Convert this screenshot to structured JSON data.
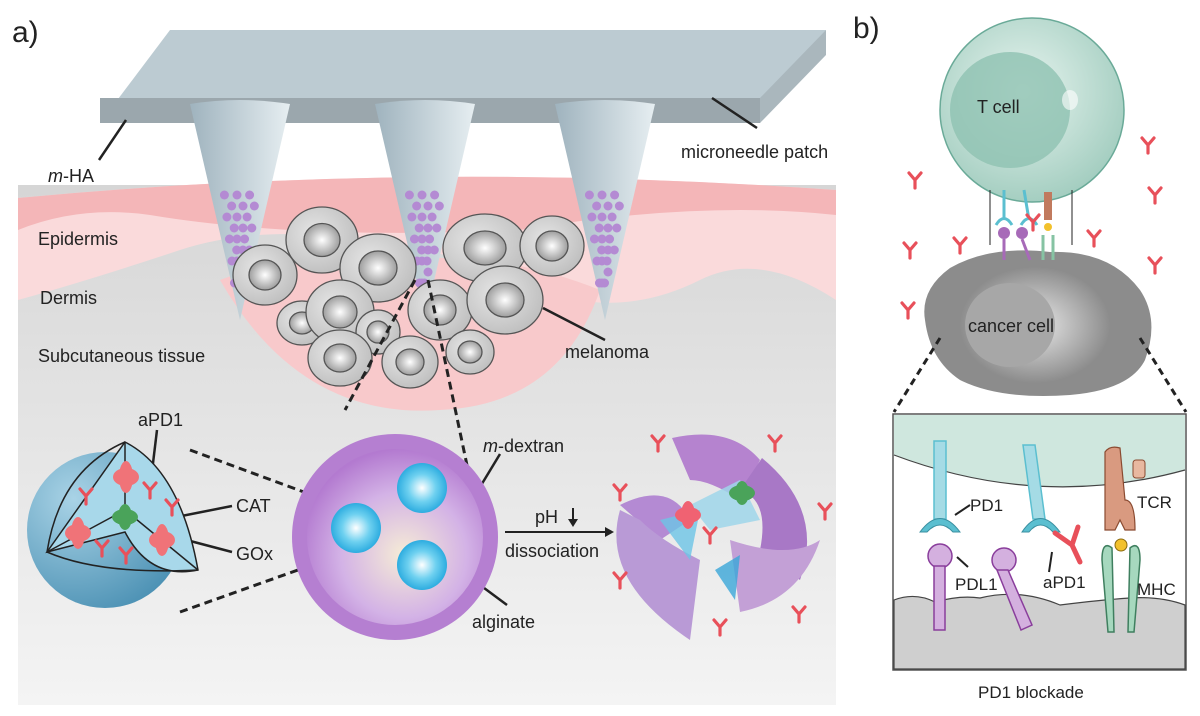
{
  "panels": {
    "a": {
      "label": "a)",
      "patch": {
        "material_label_prefix": "m",
        "material_label_suffix": "-HA",
        "patch_label": "microneedle patch"
      },
      "skin_layers": [
        "Epidermis",
        "Dermis",
        "Subcutaneous tissue"
      ],
      "tumor_label": "melanoma",
      "nanoparticle": {
        "payload_antibody": "aPD1",
        "enzyme_1": "CAT",
        "enzyme_2": "GOx"
      },
      "microgel": {
        "core_label_prefix": "m",
        "core_label_suffix": "-dextran",
        "shell_label": "alginate"
      },
      "transition": {
        "trigger": "pH",
        "trigger_symbol": "↓",
        "process": "dissociation"
      }
    },
    "b": {
      "label": "b)",
      "t_cell_label": "T cell",
      "cancer_cell_label": "cancer cell",
      "inset": {
        "receptor_label": "PD1",
        "ligand_label": "PDL1",
        "antibody_label": "aPD1",
        "tcr_label": "TCR",
        "mhc_label": "MHC"
      },
      "caption": "PD1 blockade"
    }
  },
  "colors": {
    "epidermis": "#f4b6b8",
    "dermis": "#fadadb",
    "subcutaneous": "#d9d9d9",
    "patch_top": "#bccbd2",
    "patch_front": "#9ba7ad",
    "needle": "#c5d3da",
    "drug_dot": "#b48ad3",
    "tumor_cell": "#c4c4c4",
    "nanoparticle_shell": "#5f9fbf",
    "microgel": "#b587d0",
    "antibody": "#e8505a",
    "t_cell": "#b9dbd0",
    "cancer_cell": "#8c8c8c",
    "pd1": "#5bbfd0",
    "pdl1": "#a76ab8",
    "tcr": "#c17a5e",
    "mhc": "#86c3a3"
  }
}
